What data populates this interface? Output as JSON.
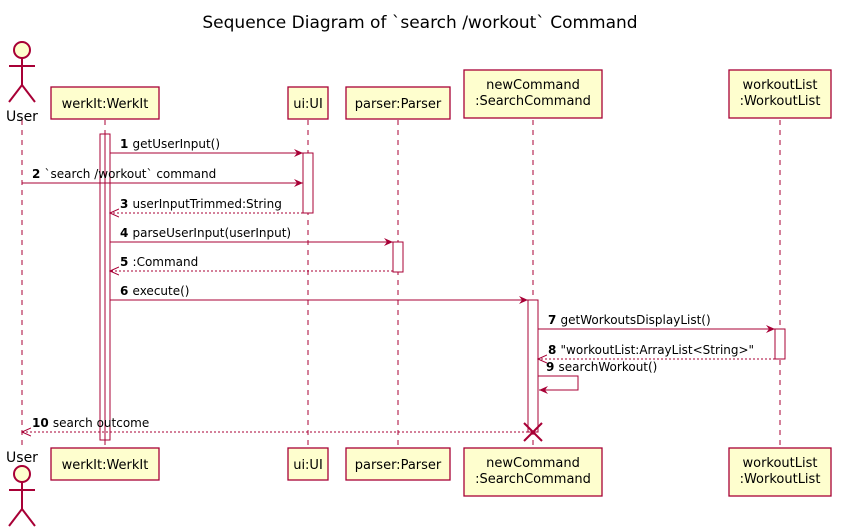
{
  "title": "Sequence Diagram of `search /workout` Command",
  "colors": {
    "accent": "#A80036",
    "box_fill": "#FEFECE"
  },
  "actor": {
    "label": "User"
  },
  "participants": [
    {
      "id": "werkit",
      "lines": [
        "werkIt:WerkIt"
      ]
    },
    {
      "id": "ui",
      "lines": [
        "ui:UI"
      ]
    },
    {
      "id": "parser",
      "lines": [
        "parser:Parser"
      ]
    },
    {
      "id": "newcommand",
      "lines": [
        "newCommand",
        ":SearchCommand"
      ]
    },
    {
      "id": "workoutlist",
      "lines": [
        "workoutList",
        ":WorkoutList"
      ]
    }
  ],
  "messages": [
    {
      "num": "1",
      "text": "getUserInput()",
      "from": "werkit",
      "to": "ui",
      "type": "sync"
    },
    {
      "num": "2",
      "text": "`search /workout` command",
      "from": "user",
      "to": "ui",
      "type": "sync"
    },
    {
      "num": "3",
      "text": "userInputTrimmed:String",
      "from": "ui",
      "to": "werkit",
      "type": "return"
    },
    {
      "num": "4",
      "text": "parseUserInput(userInput)",
      "from": "werkit",
      "to": "parser",
      "type": "sync"
    },
    {
      "num": "5",
      "text": ":Command",
      "from": "parser",
      "to": "werkit",
      "type": "return"
    },
    {
      "num": "6",
      "text": "execute()",
      "from": "werkit",
      "to": "newcommand",
      "type": "sync"
    },
    {
      "num": "7",
      "text": "getWorkoutsDisplayList()",
      "from": "newcommand",
      "to": "workoutlist",
      "type": "sync"
    },
    {
      "num": "8",
      "text": "\"workoutList:ArrayList<String>\"",
      "from": "workoutlist",
      "to": "newcommand",
      "type": "return"
    },
    {
      "num": "9",
      "text": "searchWorkout()",
      "from": "newcommand",
      "to": "newcommand",
      "type": "self"
    },
    {
      "num": "10",
      "text": "search outcome",
      "from": "newcommand",
      "to": "user",
      "type": "return"
    }
  ]
}
